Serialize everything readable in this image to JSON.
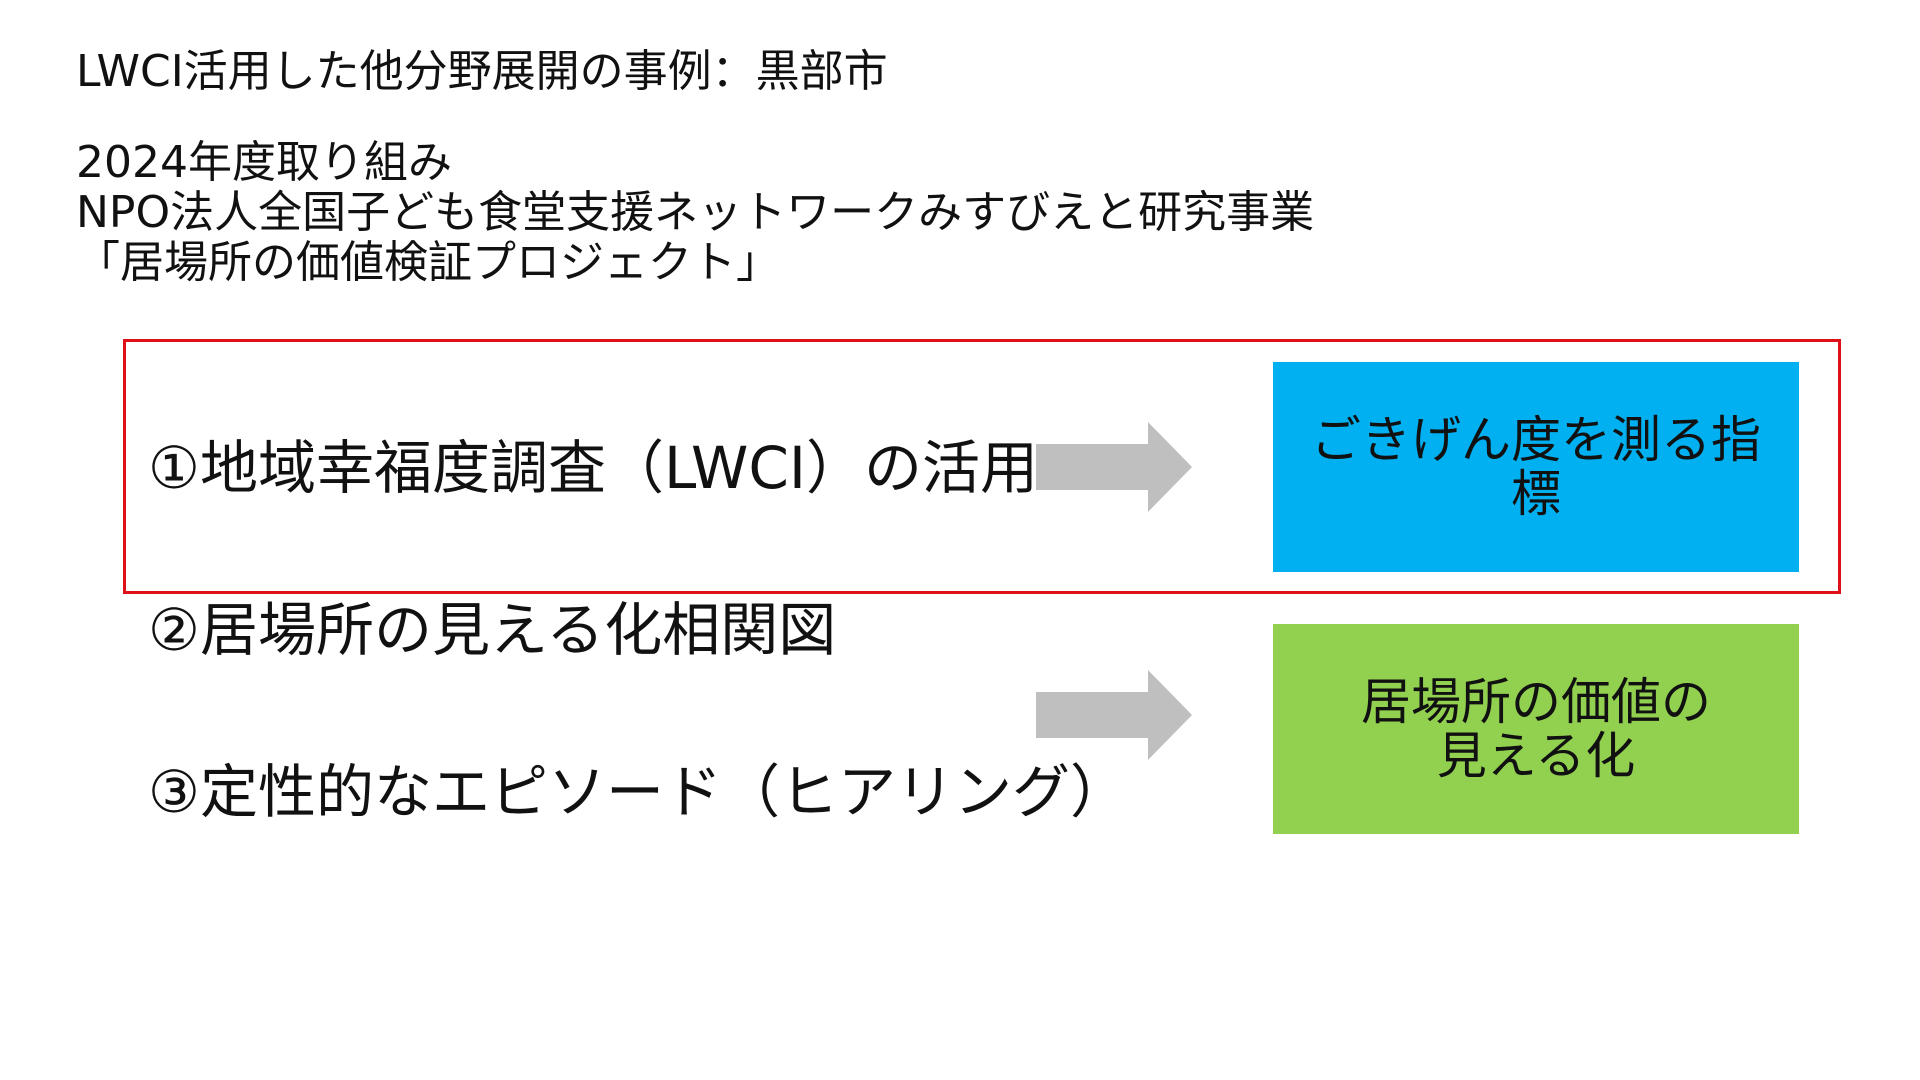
{
  "title": "LWCI活用した他分野展開の事例：黒部市",
  "subtitle": {
    "lines": [
      "2024年度取り組み",
      "NPO法人全国子ども食堂支援ネットワークみすびえと研究事業",
      "「居場所の価値検証プロジェクト」"
    ]
  },
  "methods": [
    "①地域幸福度調査（LWCI）の活用",
    "②居場所の見える化相関図",
    "③定性的なエピソード（ヒアリング）"
  ],
  "results": [
    {
      "lines": [
        "ごきげん度を測る指標"
      ],
      "color": "#00b0f0"
    },
    {
      "lines": [
        "居場所の価値の",
        "見える化"
      ],
      "color": "#92d050"
    }
  ],
  "colors": {
    "highlight_border": "#e0101a",
    "arrow": "#bfbfbf"
  },
  "icons": {
    "arrow": "arrow-right-icon"
  }
}
